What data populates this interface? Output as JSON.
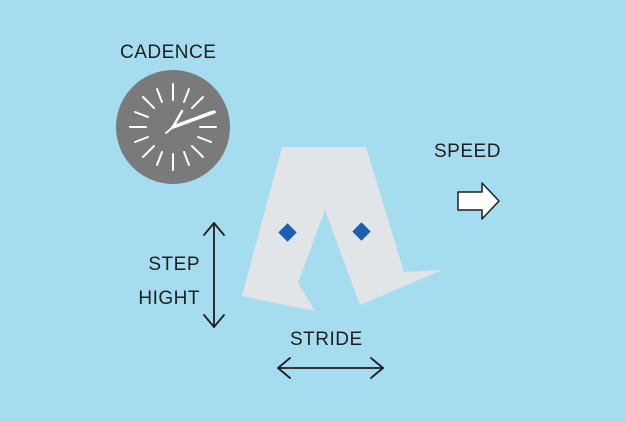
{
  "labels": {
    "cadence": "CADENCE",
    "speed": "SPEED",
    "step_line1": "STEP",
    "step_line2": "HIGHT",
    "stride": "STRIDE"
  },
  "icons": {
    "clock": "clock-icon",
    "speed_arrow": "right-arrow-icon",
    "vertical_arrow": "double-headed-vertical-arrow-icon",
    "horizontal_arrow": "double-headed-horizontal-arrow-icon",
    "sensor": "diamond-sensor-icon"
  },
  "colors": {
    "background": "#a6dcef",
    "clock_face": "#7a7a7a",
    "pants": "#e2e5e8",
    "sensor": "#1a5fb4",
    "arrow_stroke": "#1f1f1f",
    "speed_arrow_fill": "#ffffff"
  }
}
